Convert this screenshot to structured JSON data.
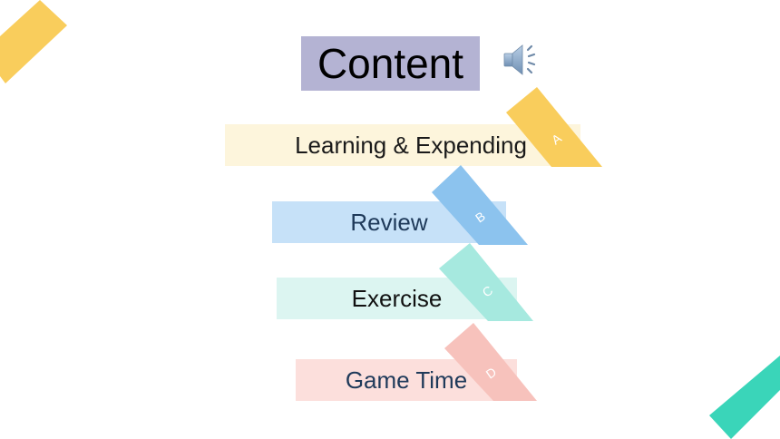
{
  "slide": {
    "title": "Content",
    "speaker_icon": "speaker-icon"
  },
  "menu": [
    {
      "label": "Learning & Expending",
      "letter": "A",
      "color": "#f9cd5c",
      "bar_color": "#fdf5dc",
      "text_color": "#1a1a1a"
    },
    {
      "label": "Review",
      "letter": "B",
      "color": "#8cc3ee",
      "bar_color": "#c6e1f8",
      "text_color": "#1f3a5a"
    },
    {
      "label": "Exercise",
      "letter": "C",
      "color": "#a6e9df",
      "bar_color": "#dcf5f1",
      "text_color": "#111111"
    },
    {
      "label": "Game Time",
      "letter": "D",
      "color": "#f7c2bc",
      "bar_color": "#fcdfdc",
      "text_color": "#1f3a5a"
    }
  ],
  "decorations": {
    "top_left_color": "#f9cd5c",
    "bottom_right_color": "#3ad5b9"
  }
}
